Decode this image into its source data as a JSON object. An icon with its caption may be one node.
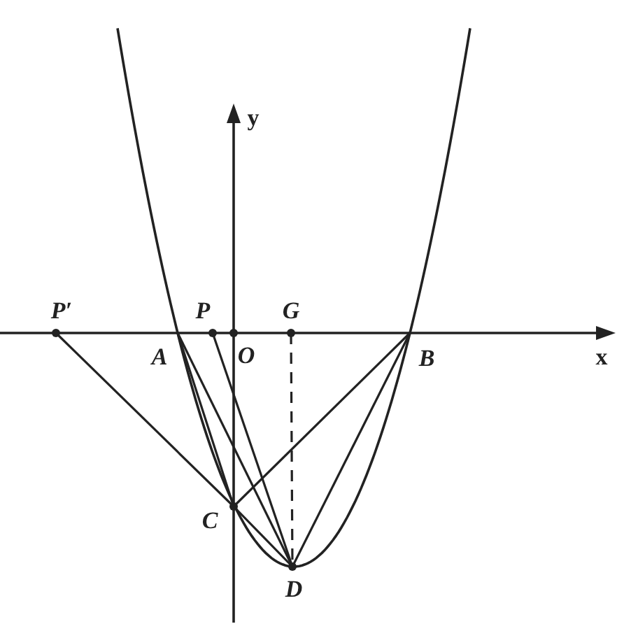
{
  "diagram": {
    "nodes": [
      {
        "text": [
          "P′"
        ]
      },
      {
        "text": [
          "A"
        ]
      },
      {
        "text": [
          "P"
        ]
      },
      {
        "text": [
          "G"
        ]
      },
      {
        "text": [
          "B"
        ]
      },
      {
        "text": [
          "C"
        ]
      },
      {
        "text": [
          "D"
        ]
      }
    ],
    "edges": [
      {
        "from": 0,
        "to": 5,
        "arrow": "none"
      },
      {
        "from": 1,
        "to": 5,
        "arrow": "none"
      },
      {
        "from": 1,
        "to": 6,
        "arrow": "none"
      },
      {
        "from": 5,
        "to": 6,
        "arrow": "none"
      },
      {
        "from": 2,
        "to": 6,
        "arrow": "none"
      },
      {
        "from": 4,
        "to": 5,
        "arrow": "none"
      },
      {
        "from": 4,
        "to": 6,
        "arrow": "none"
      },
      {
        "from": 3,
        "to": 6,
        "arrow": "none",
        "style": "dashed"
      }
    ],
    "labels": [
      "y",
      "O",
      "x"
    ]
  }
}
